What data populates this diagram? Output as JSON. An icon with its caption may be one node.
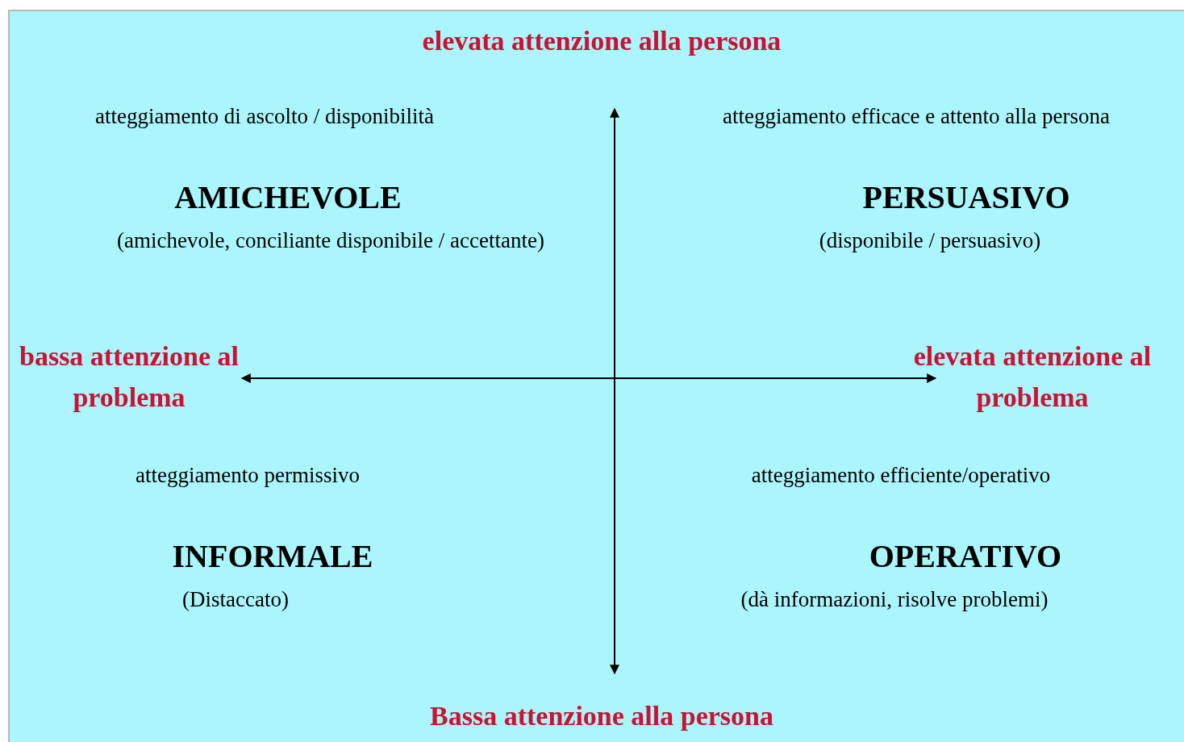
{
  "diagram": {
    "labels": [
      "elevata attenzione alla persona",
      "atteggiamento di ascolto / disponibilità",
      "atteggiamento efficace e attento alla persona",
      "AMICHEVOLE",
      "PERSUASIVO",
      "(amichevole, conciliante disponibile / accettante)",
      "(disponibile / persuasivo)",
      "bassa attenzione al problema",
      "elevata attenzione al problema",
      "atteggiamento permissivo",
      "atteggiamento efficiente/operativo",
      "INFORMALE",
      "OPERATIVO",
      "(Distaccato)",
      "(dà informazioni, risolve problemi)",
      "Bassa attenzione alla persona"
    ]
  }
}
